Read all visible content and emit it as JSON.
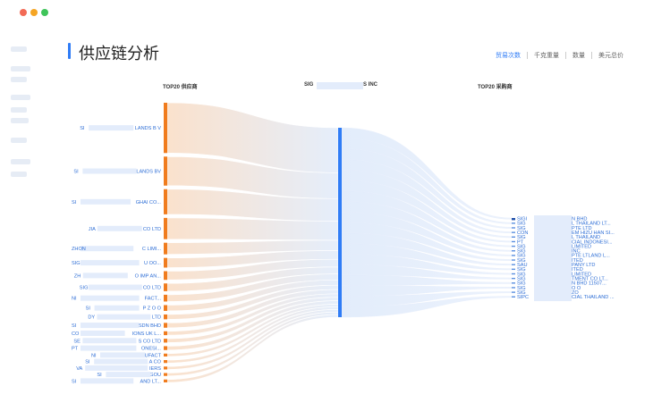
{
  "window": {
    "dots": [
      "#f26b56",
      "#f5a524",
      "#3fc45a"
    ]
  },
  "page": {
    "title": "供应链分析"
  },
  "tabs": [
    {
      "label": "贸易次数",
      "active": true
    },
    {
      "label": "千克重量",
      "active": false
    },
    {
      "label": "数量",
      "active": false
    },
    {
      "label": "美元总价",
      "active": false
    }
  ],
  "columns": {
    "suppliers_header": "TOP20 供应商",
    "center_header_left": "SIG",
    "center_header_right": "S INC",
    "buyers_header": "TOP20 采购商"
  },
  "colors": {
    "supplier": "#f07c1e",
    "center": "#2f7cf6",
    "buyer": "#2f6fd6",
    "flow_left": "#f6c9a3",
    "flow_right": "#cfe0f8"
  },
  "suppliers": [
    {
      "left": "SI",
      "right": "LANDS B V",
      "weight": 52
    },
    {
      "left": "SI",
      "right": "LANDS BV",
      "weight": 30
    },
    {
      "left": "SI",
      "right": "GHAI CO...",
      "weight": 26
    },
    {
      "left": "JIA",
      "right": "CO LTD",
      "weight": 22
    },
    {
      "left": "ZHON",
      "right": "C LIMI...",
      "weight": 12
    },
    {
      "left": "SIG",
      "right": "U OO...",
      "weight": 10
    },
    {
      "left": "ZH",
      "right": "O IMP AN...",
      "weight": 9
    },
    {
      "left": "SIG",
      "right": "CO LTD",
      "weight": 8
    },
    {
      "left": "NI",
      "right": "FACT...",
      "weight": 7
    },
    {
      "left": "SI",
      "right": "P Z O O",
      "weight": 6
    },
    {
      "left": "DY",
      "right": "LTD",
      "weight": 5
    },
    {
      "left": "SI",
      "right": "SDN BHD",
      "weight": 5
    },
    {
      "left": "CO",
      "right": "IONS UK L...",
      "weight": 4
    },
    {
      "left": "SE",
      "right": "S CO LTD",
      "weight": 4
    },
    {
      "left": "PT",
      "right": "ONESI...",
      "weight": 4
    },
    {
      "left": "NI",
      "right": "UFACT",
      "weight": 3
    },
    {
      "left": "SI",
      "right": "A CO",
      "weight": 3
    },
    {
      "left": "VA",
      "right": "IERS",
      "weight": 3
    },
    {
      "left": "SI",
      "right": "GOU",
      "weight": 3
    },
    {
      "left": "SI",
      "right": "AND LT...",
      "weight": 3
    }
  ],
  "buyers": [
    {
      "left": "SIGI",
      "right": "N BHD"
    },
    {
      "left": "SIG",
      "right": "L THAILAND LT..."
    },
    {
      "left": "SIG",
      "right": "PTE LTD"
    },
    {
      "left": "CON",
      "right": "EM HIZU HAN SI..."
    },
    {
      "left": "SIG",
      "right": "L THAILAND"
    },
    {
      "left": "PT",
      "right": "CIAL INDONESI..."
    },
    {
      "left": "SIG",
      "right": "LIMITED"
    },
    {
      "left": "SIG",
      "right": "INC"
    },
    {
      "left": "SIG",
      "right": "PTE LTLAND L..."
    },
    {
      "left": "SIG",
      "right": "ITED"
    },
    {
      "left": "SAU",
      "right": "PANY LTD"
    },
    {
      "left": "SIG",
      "right": "ITED"
    },
    {
      "left": "SIG",
      "right": "LIMITED"
    },
    {
      "left": "SIG",
      "right": "TMENT CO LT..."
    },
    {
      "left": "SIG",
      "right": "N BHD 11507..."
    },
    {
      "left": "SIG",
      "right": "O O"
    },
    {
      "left": "SIG",
      "right": "ZO"
    },
    {
      "left": "SIPC",
      "right": "CIAL THAILAND ..."
    }
  ]
}
